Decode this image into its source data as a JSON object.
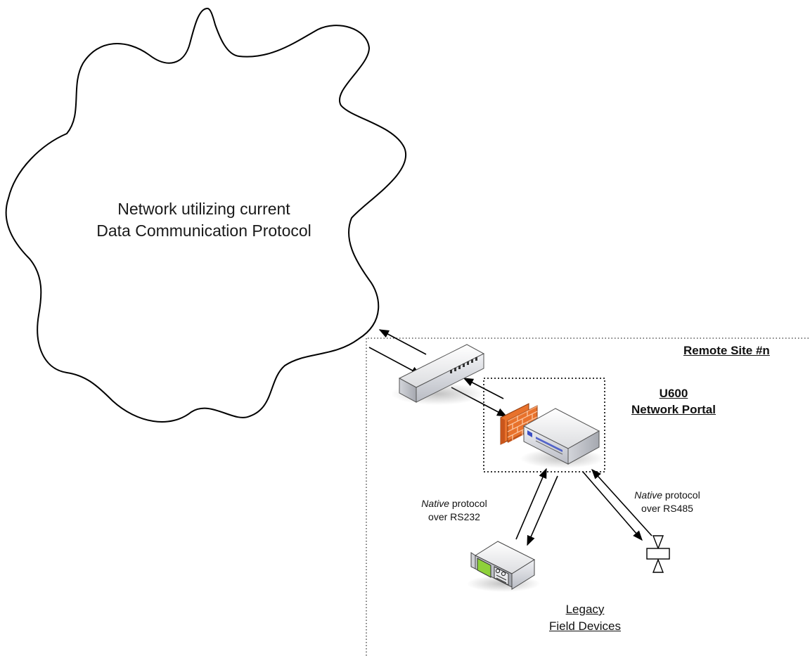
{
  "cloud": {
    "line1": "Network utilizing current",
    "line2": "Data Communication Protocol"
  },
  "site": {
    "title": "Remote Site #n"
  },
  "portal": {
    "line1": "U600",
    "line2": "Network Portal"
  },
  "links": {
    "rs232": {
      "native": "Native",
      "rest": " protocol",
      "line2": "over RS232"
    },
    "rs485": {
      "native": "Native",
      "rest": " protocol",
      "line2": "over RS485"
    }
  },
  "devices": {
    "line1": "Legacy",
    "line2": "Field Devices"
  },
  "colors": {
    "firewall": "#e8722c",
    "firewall_side": "#c9561c",
    "screen": "#8ed13a",
    "port_blue": "#3b4fc4"
  }
}
